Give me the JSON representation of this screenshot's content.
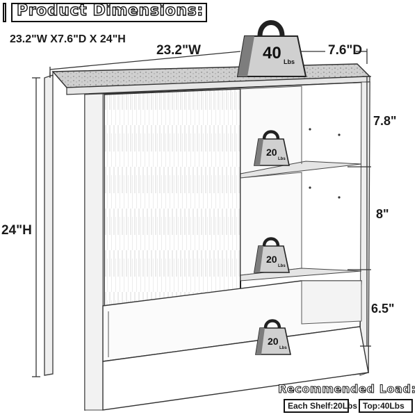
{
  "header": {
    "title": "Product Dimensions:"
  },
  "dimensions": {
    "summary": "23.2\"W X7.6\"D X 24\"H",
    "width_label": "23.2\"W",
    "depth_label": "7.6\"D",
    "height_label": "24\"H",
    "shelf_heights": [
      "7.8\"",
      "8\"",
      "6.5\""
    ]
  },
  "weights": {
    "top": {
      "number": "40",
      "unit": "Lbs"
    },
    "shelf": {
      "number": "20",
      "unit": "Lbs"
    }
  },
  "load": {
    "title": "Recommended Load:",
    "each_shelf": "Each Shelf:20Lbs",
    "top": "Top:40Lbs"
  }
}
